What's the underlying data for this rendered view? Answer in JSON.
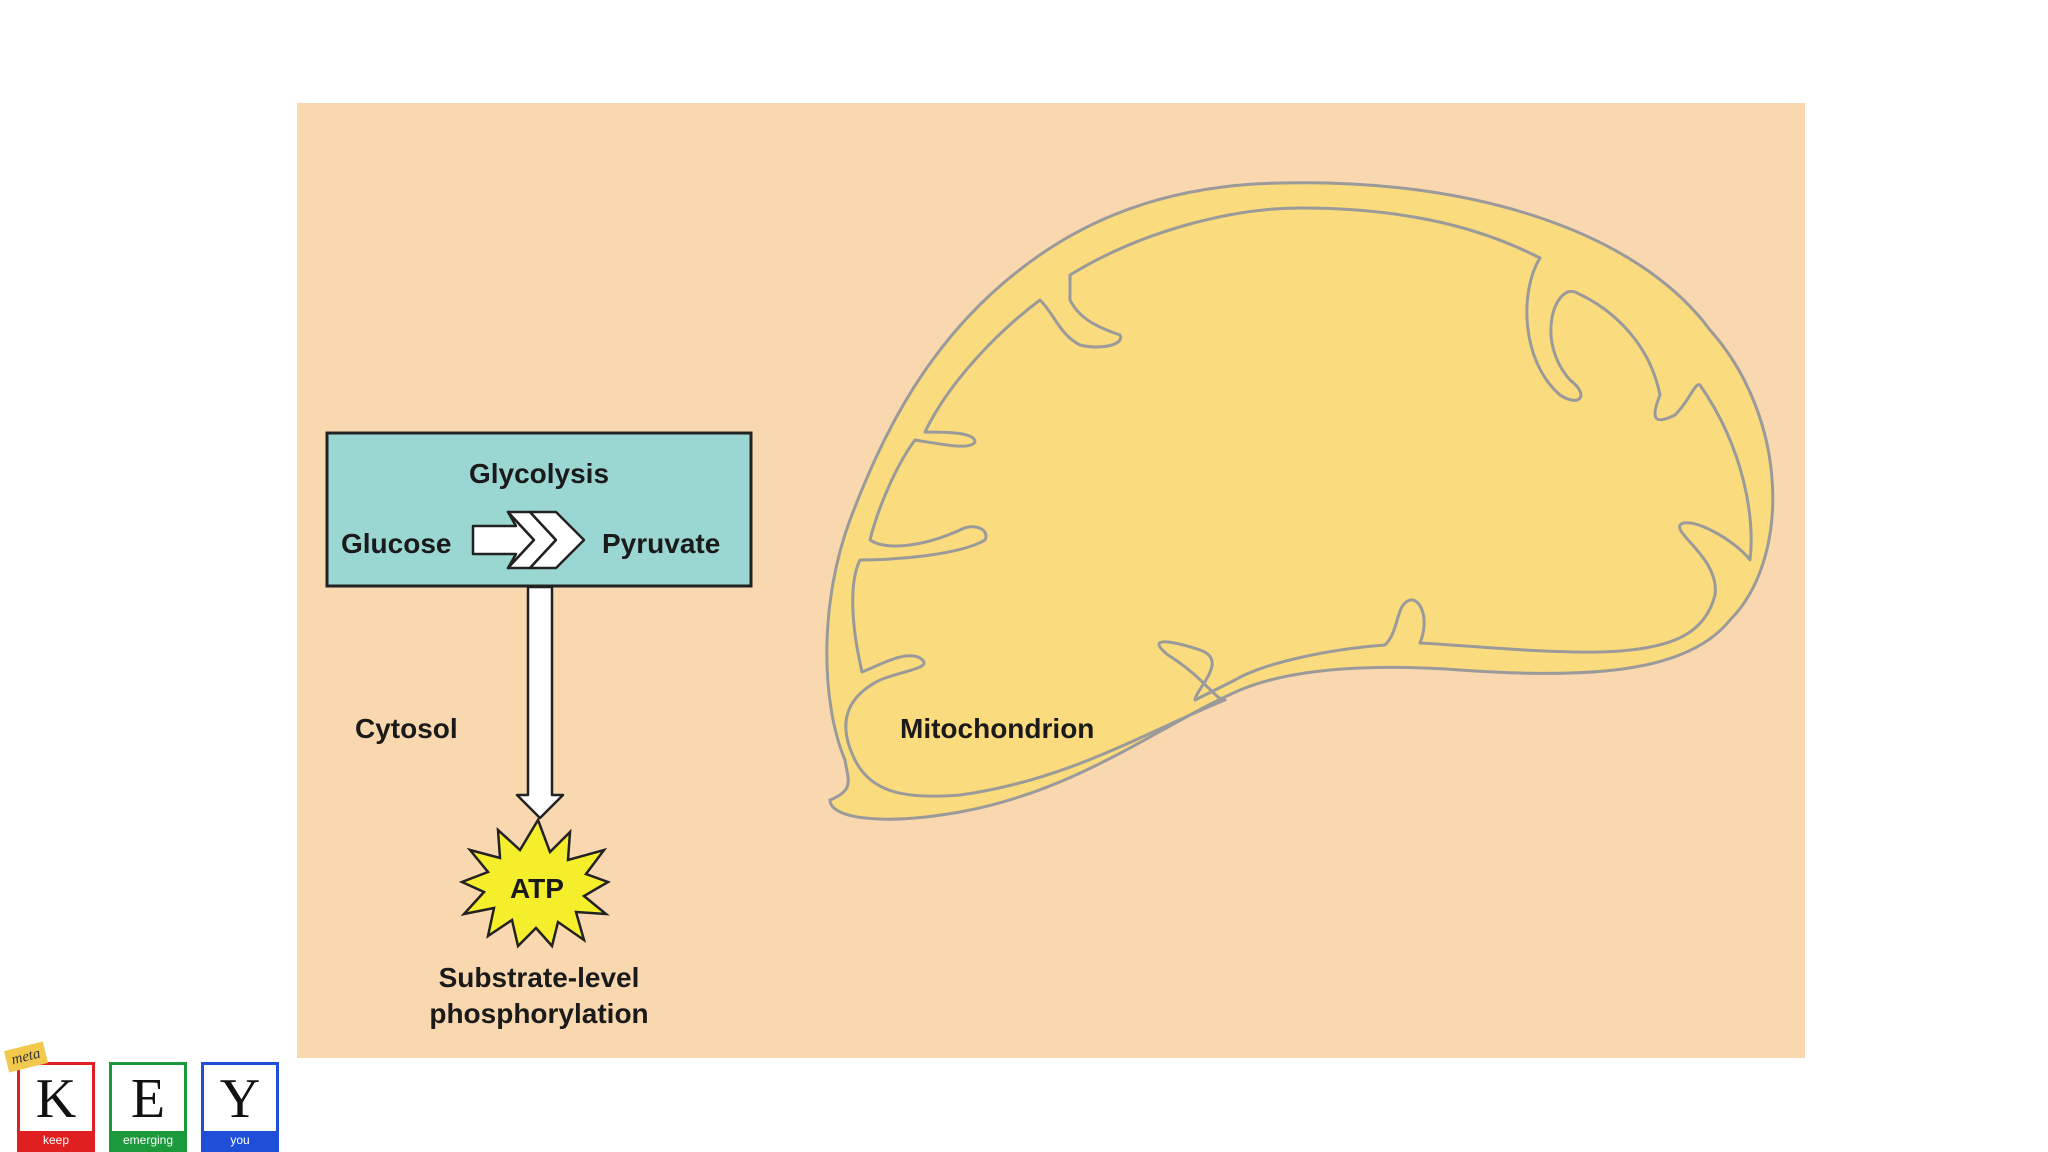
{
  "diagram": {
    "glycolysis_title": "Glycolysis",
    "glucose_label": "Glucose",
    "pyruvate_label": "Pyruvate",
    "cytosol_label": "Cytosol",
    "atp_label": "ATP",
    "substrate_level_line1": "Substrate-level",
    "substrate_level_line2": "phosphorylation",
    "mitochondrion_label": "Mitochondrion"
  },
  "colors": {
    "background": "#f9d8b0",
    "glycolysis_box": "#9ad6d2",
    "mitochondrion_fill": "#fadb7d",
    "mitochondrion_stroke": "#999999",
    "atp_burst": "#f5ee2a"
  },
  "logo": {
    "tag": "meta",
    "letters": [
      {
        "letter": "K",
        "word": "keep",
        "color": "#e02020"
      },
      {
        "letter": "E",
        "word": "emerging",
        "color": "#1a9a3a"
      },
      {
        "letter": "Y",
        "word": "you",
        "color": "#1f4fd8"
      }
    ]
  }
}
